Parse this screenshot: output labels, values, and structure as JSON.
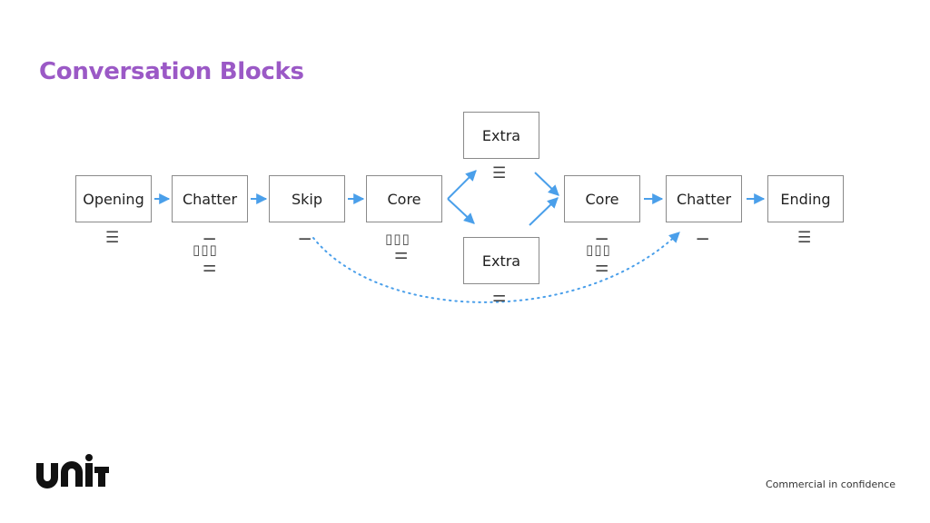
{
  "title": "Conversation Blocks",
  "nodes": {
    "opening": "Opening",
    "chatter1": "Chatter",
    "skip": "Skip",
    "core1": "Core",
    "extra_top": "Extra",
    "extra_bottom": "Extra",
    "core2": "Core",
    "chatter2": "Chatter",
    "ending": "Ending"
  },
  "footer": "Commercial in confidence",
  "logo_text": "unit",
  "colors": {
    "title": "#9b59c6",
    "arrow": "#4a9fea",
    "box_border": "#8a8a8a",
    "text": "#222222"
  }
}
